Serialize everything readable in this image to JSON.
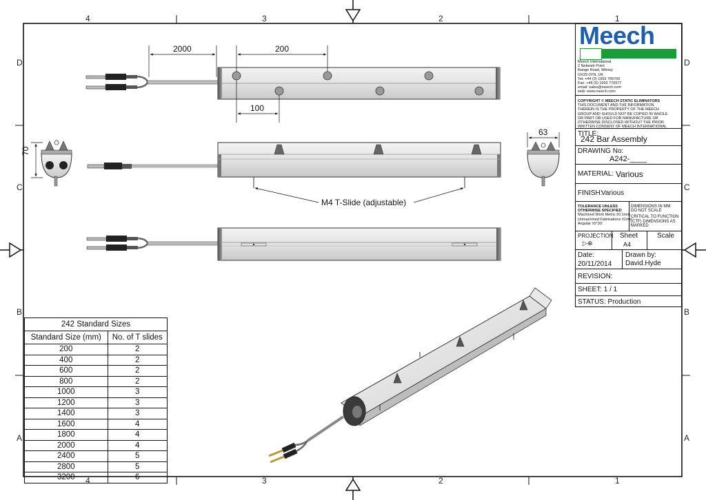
{
  "zones": {
    "columns_top": [
      "4",
      "3",
      "2",
      "1"
    ],
    "columns_bottom": [
      "4",
      "3",
      "2",
      "1"
    ],
    "rows_left": [
      "D",
      "C",
      "B",
      "A"
    ],
    "rows_right": [
      "D",
      "C",
      "B",
      "A"
    ]
  },
  "dimensions": {
    "cable_length": "2000",
    "pitch_top": "200",
    "offset_bottom": "100",
    "side_height": "70",
    "end_width": "63"
  },
  "annotation": {
    "tslide": "M4 T-Slide (adjustable)"
  },
  "title_block": {
    "company_logo": "Meech",
    "address_lines": [
      "Meech International",
      "2 Network Point",
      "Range Road, Witney",
      "OX29 0YN, UK",
      "Tel:  +44 (0) 1993 706700",
      "Fax: +44 (0) 1993 776977",
      "email: sales@meech.com",
      "web: www.meech.com"
    ],
    "copyright_lines": [
      "COPYRIGHT © MEECH STATIC ELIMINATORS",
      "THIS DOCUMENT AND THE INFORMATION",
      "THEREIN IS THE PROPERTY OF THE MEECH",
      "GROUP AND SHOULD NOT BE COPIED IN WHOLE",
      "OR PART OR USED FOR MANUFACTURE OR",
      "OTHERWISE DISCLOSED WITHOUT THE PRIOR",
      "WRITTEN CONSENT OF MEECH INTERNATIONAL"
    ],
    "title_label": "TITLE:",
    "title_value": "242 Bar Assembly",
    "drawing_label": "DRAWING No:",
    "drawing_value": "A242-____",
    "material_label": "MATERIAL:",
    "material_value": "Various",
    "finish_label": "FINISH:",
    "finish_value": "Various",
    "tolerance_lines": [
      "TOLERANCE UNLESS",
      "OTHERWISE SPECIFIED",
      "Machined Work Metric ±0.1mm",
      "Unmachined Fabrications ±1mm",
      "Angular ±0°30'"
    ],
    "dimensions_note_lines": [
      "DIMENSIONS IN MM",
      "DO NOT SCALE",
      "CRITICAL TO FUNCTION",
      "(CTF) DIMENSIONS AS",
      "MARKED"
    ],
    "projection_label": "PROJECTION",
    "sheet_label": "Sheet",
    "sheet_value": "A4",
    "scale_label": "Scale",
    "date_label": "Date:",
    "date_value": "20/11/2014",
    "drawn_label": "Drawn by:",
    "drawn_value": "David.Hyde",
    "revision_label": "REVISION:",
    "sheet_count_label": "SHEET: 1 / 1",
    "status_label": "STATUS: Production"
  },
  "sizes_table": {
    "title": "242 Standard Sizes",
    "headers": [
      "Standard Size (mm)",
      "No. of T slides"
    ],
    "rows": [
      [
        "200",
        "2"
      ],
      [
        "400",
        "2"
      ],
      [
        "600",
        "2"
      ],
      [
        "800",
        "2"
      ],
      [
        "1000",
        "3"
      ],
      [
        "1200",
        "3"
      ],
      [
        "1400",
        "3"
      ],
      [
        "1600",
        "4"
      ],
      [
        "1800",
        "4"
      ],
      [
        "2000",
        "4"
      ],
      [
        "2400",
        "5"
      ],
      [
        "2800",
        "5"
      ],
      [
        "3200",
        "6"
      ]
    ]
  }
}
